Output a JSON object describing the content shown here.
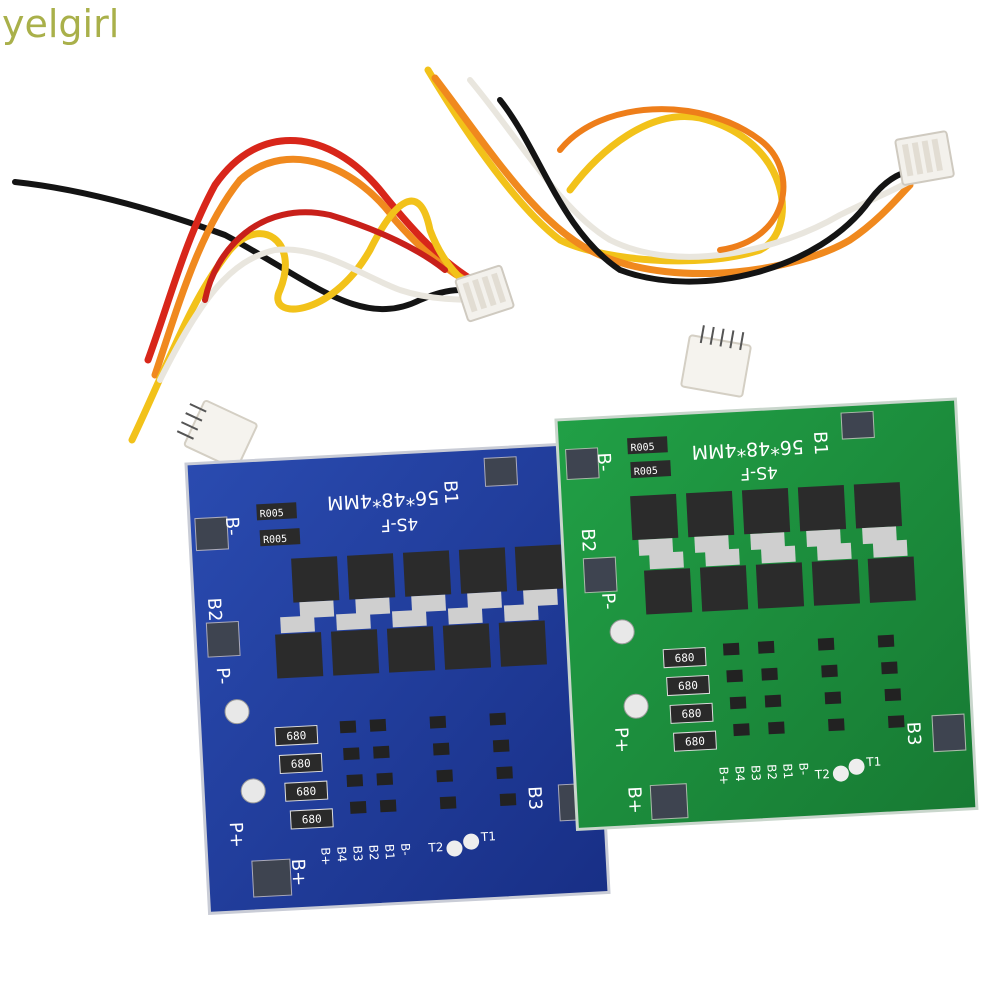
{
  "watermark": "yelgirl",
  "colors": {
    "blue_board": "#1f3c9c",
    "green_board": "#1c8a3a",
    "wire_red": "#d8261a",
    "wire_orange": "#f0891e",
    "wire_yellow": "#f2c21a",
    "wire_black": "#141414",
    "wire_white": "#f4f1ea"
  },
  "blue_board": {
    "size_label": "56*48*4MM",
    "model_label": "4S-F",
    "pads": {
      "b_minus": "B-",
      "b1": "B1",
      "b2": "B2",
      "b3": "B3",
      "p_minus": "P-",
      "p_plus": "P+",
      "b_plus": "B+"
    },
    "shunts": [
      "R005",
      "R005"
    ],
    "resistors": [
      "680",
      "680",
      "680",
      "680"
    ],
    "connector_labels": [
      "B+",
      "B4",
      "B3",
      "B2",
      "B1",
      "B-"
    ],
    "thermal": [
      "T2",
      "T1"
    ]
  },
  "green_board": {
    "size_label": "56*48*4MM",
    "model_label": "4S-F",
    "pads": {
      "b_minus": "B-",
      "b1": "B1",
      "b2": "B2",
      "b3": "B3",
      "p_minus": "P-",
      "p_plus": "P+",
      "b_plus": "B+"
    },
    "shunts": [
      "R005",
      "R005"
    ],
    "resistors": [
      "680",
      "680",
      "680",
      "680"
    ],
    "connector_labels": [
      "B+",
      "B4",
      "B3",
      "B2",
      "B1",
      "B-"
    ],
    "thermal": [
      "T2",
      "T1"
    ]
  }
}
